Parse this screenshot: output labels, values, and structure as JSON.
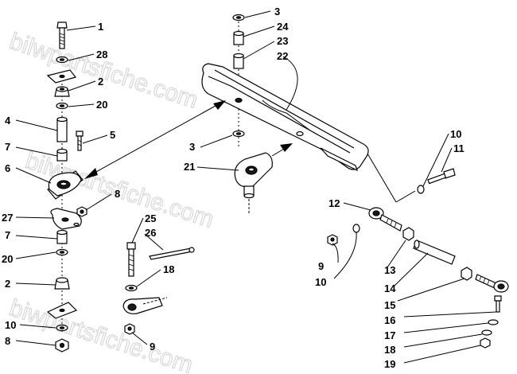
{
  "watermark": {
    "text_top": "bilwpartsfiche.com",
    "text_mid": "bilwpartsfiche.com",
    "text_low": "biwpartsfiche.com"
  },
  "callouts": {
    "c1": "1",
    "c28": "28",
    "c2a": "2",
    "c20a": "20",
    "c4": "4",
    "c5": "5",
    "c7a": "7",
    "c6": "6",
    "c8a": "8",
    "c27": "27",
    "c7b": "7",
    "c20b": "20",
    "c2b": "2",
    "c10a": "10",
    "c8b": "8",
    "c25": "25",
    "c26": "26",
    "c18a": "18",
    "c9a": "9",
    "c3a": "3",
    "c24": "24",
    "c23": "23",
    "c22": "22",
    "c3b": "3",
    "c21": "21",
    "c10b": "10",
    "c11": "11",
    "c12": "12",
    "c9b": "9",
    "c10c": "10",
    "c13": "13",
    "c14": "14",
    "c15": "15",
    "c16": "16",
    "c17": "17",
    "c18b": "18",
    "c19": "19"
  }
}
